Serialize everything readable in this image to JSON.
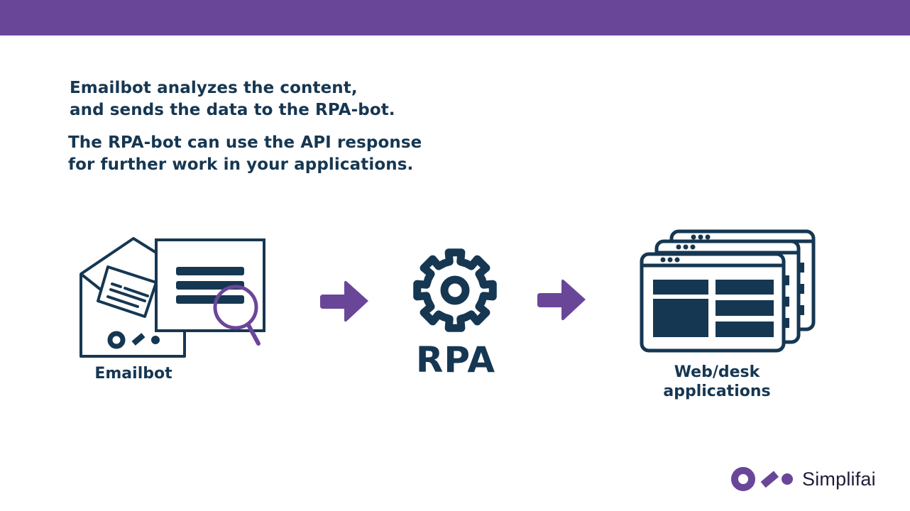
{
  "header": {
    "bar_color": "#6a4699"
  },
  "intro": {
    "line1": "Emailbot analyzes the content,",
    "line2": "and sends the data to the RPA-bot.",
    "line3": "The RPA-bot can use the API response",
    "line4": "for further work in your applications."
  },
  "flow": {
    "nodes": [
      {
        "id": "emailbot",
        "label": "Emailbot",
        "icon": "envelope-document-magnifier-icon"
      },
      {
        "id": "rpa",
        "label": "RPA",
        "icon": "gear-icon"
      },
      {
        "id": "apps",
        "label_line1": "Web/desk",
        "label_line2": "applications",
        "icon": "stacked-windows-icon"
      }
    ],
    "edges": [
      {
        "from": "emailbot",
        "to": "rpa",
        "icon": "arrow-right-icon"
      },
      {
        "from": "rpa",
        "to": "apps",
        "icon": "arrow-right-icon"
      }
    ]
  },
  "colors": {
    "primary": "#163752",
    "accent": "#6a4699"
  },
  "brand": {
    "name": "Simplifai"
  }
}
